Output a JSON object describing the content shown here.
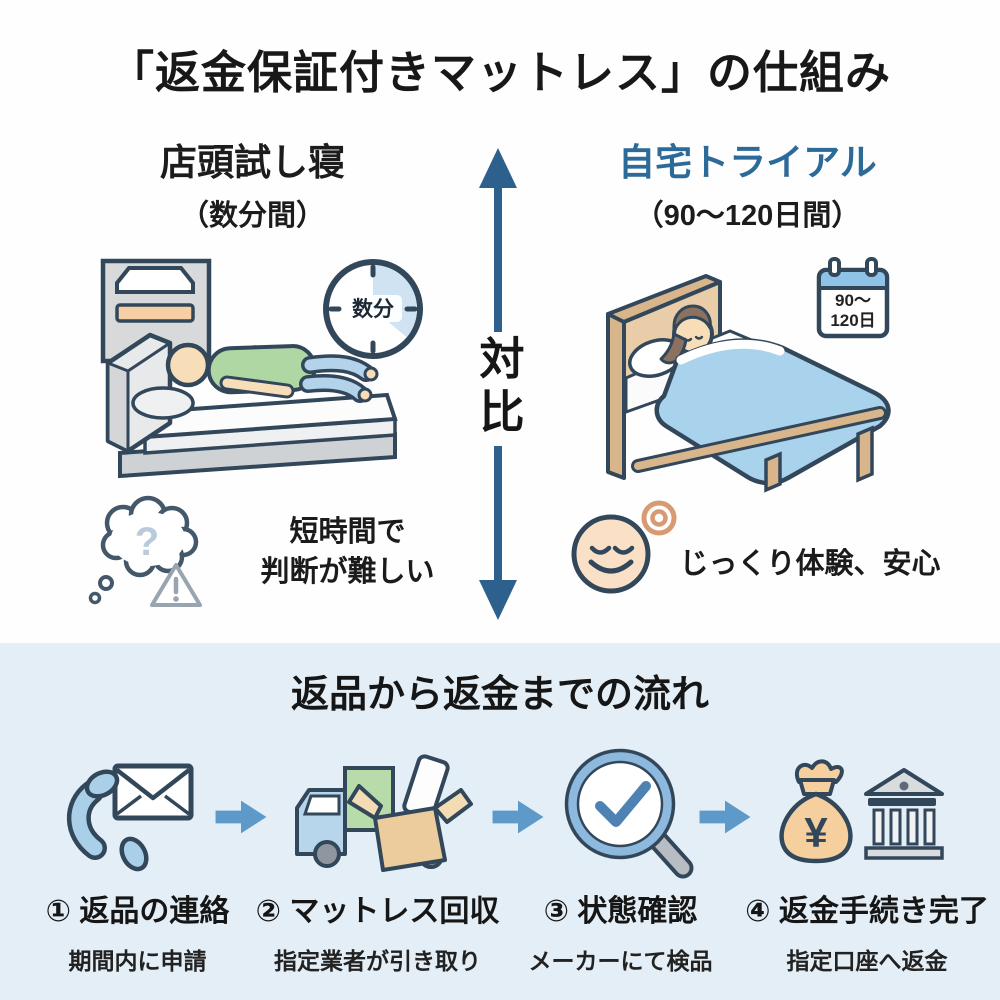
{
  "title": "「返金保証付きマットレス」の仕組み",
  "comparison": {
    "axis_label": "対比",
    "left": {
      "heading": "店頭試し寝",
      "subheading": "（数分間）",
      "clock_label": "数分",
      "caption_line1": "短時間で",
      "caption_line2": "判断が難しい"
    },
    "right": {
      "heading": "自宅トライアル",
      "subheading": "（90〜120日間）",
      "calendar_line1": "90〜",
      "calendar_line2": "120日",
      "caption": "じっくり体験、安心"
    }
  },
  "flow": {
    "heading": "返品から返金までの流れ",
    "steps": [
      {
        "number": "①",
        "label": "返品の連絡",
        "sublabel": "期間内に申請"
      },
      {
        "number": "②",
        "label": "マットレス回収",
        "sublabel": "指定業者が引き取り"
      },
      {
        "number": "③",
        "label": "状態確認",
        "sublabel": "メーカーにて検品"
      },
      {
        "number": "④",
        "label": "返金手続き完了",
        "sublabel": "指定口座へ返金"
      }
    ]
  },
  "icons": {
    "money_symbol": "¥",
    "question_mark": "?"
  },
  "colors": {
    "accent_blue": "#2c6a99",
    "compare_arrow": "#2d608d",
    "flow_arrow": "#5e9ac9",
    "bottom_background": "#e4eef6",
    "outline_navy": "#33475b"
  }
}
